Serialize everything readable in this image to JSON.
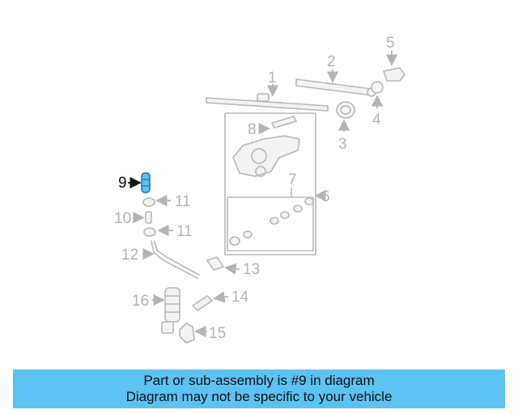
{
  "diagram": {
    "highlight_color": "#5bc2f2",
    "highlighted_part": "9",
    "labels": {
      "p1": "1",
      "p2": "2",
      "p3": "3",
      "p4": "4",
      "p5": "5",
      "p6": "6",
      "p7": "7",
      "p8": "8",
      "p9": "9",
      "p10": "10",
      "p11a": "11",
      "p11b": "11",
      "p12": "12",
      "p13": "13",
      "p14": "14",
      "p15": "15",
      "p16": "16"
    }
  },
  "banner": {
    "line1": "Part or sub-assembly is #9 in diagram",
    "line2": "Diagram may not be specific to your vehicle"
  }
}
